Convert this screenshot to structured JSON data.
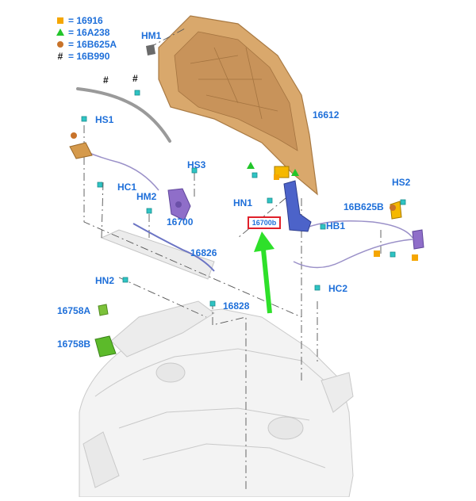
{
  "legend": {
    "items": [
      {
        "symbol": "square",
        "color": "#f5a600",
        "code": "= 16916"
      },
      {
        "symbol": "triangle",
        "color": "#22c52a",
        "code": "= 16A238"
      },
      {
        "symbol": "dot",
        "color": "#c8732a",
        "code": "= 16B625A"
      },
      {
        "symbol": "hash",
        "color": "#111111",
        "code": "= 16B990"
      }
    ],
    "hash_glyph": "#"
  },
  "callouts": {
    "hm1": "HM1",
    "hs1": "HS1",
    "p16612": "16612",
    "hs3": "HS3",
    "hc1": "HC1",
    "hm2": "HM2",
    "p16700": "16700",
    "hn1": "HN1",
    "hs2": "HS2",
    "p16b625b": "16B625B",
    "hb1": "HB1",
    "p16826": "16826",
    "hn2": "HN2",
    "hc2": "HC2",
    "p16758a": "16758A",
    "p16828": "16828",
    "p16758b": "16758B"
  },
  "highlighted_part": "16700b",
  "colors": {
    "callout_blue": "#1e6fd9",
    "hood": "#d9a86c",
    "highlight_red": "#e0202a",
    "arrow_green": "#2ee02a"
  }
}
